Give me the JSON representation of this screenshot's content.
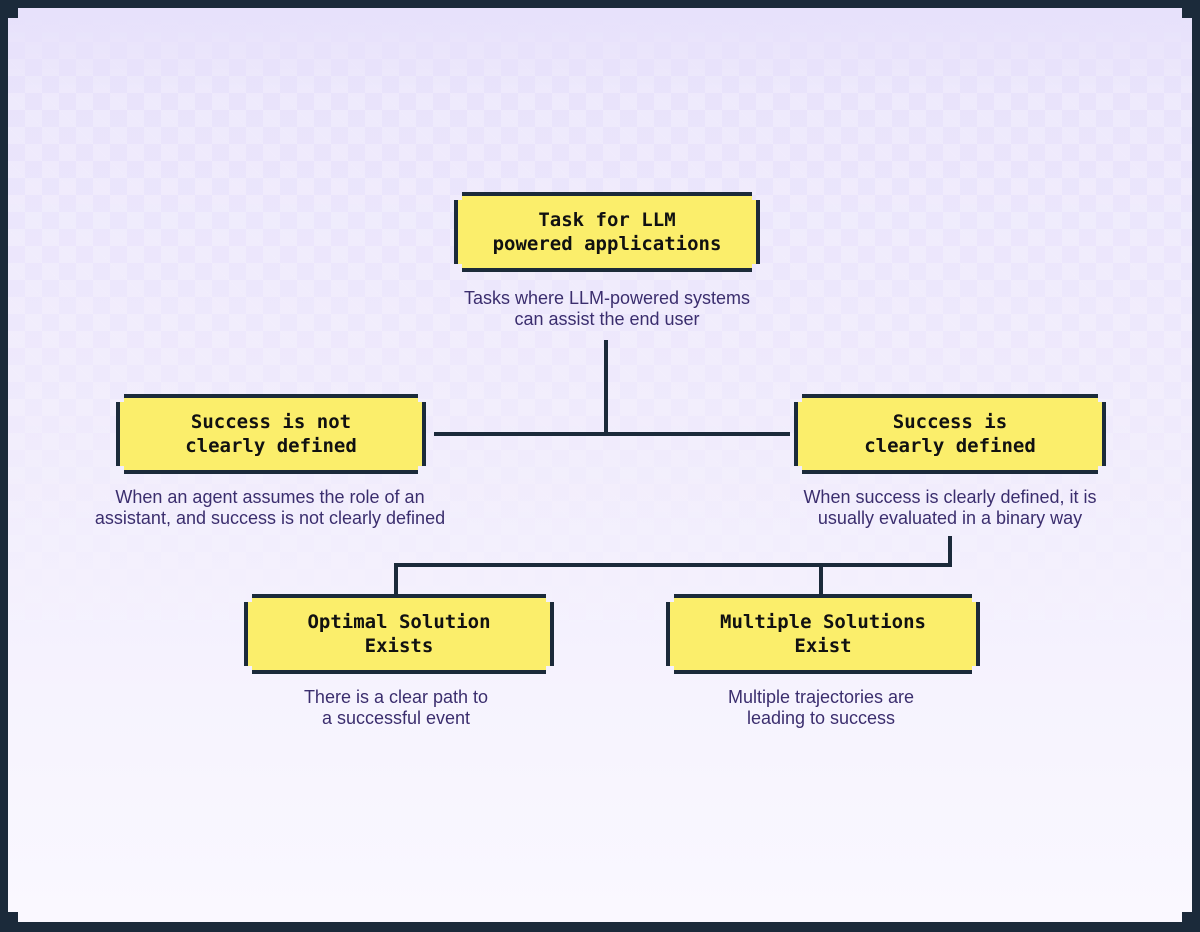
{
  "nodes": {
    "root": {
      "label": "Task for LLM\npowered applications",
      "caption": "Tasks where LLM-powered systems\ncan assist the end user"
    },
    "not_defined": {
      "label": "Success is not\nclearly defined",
      "caption": "When an agent assumes the role of an\nassistant, and success is not clearly defined"
    },
    "defined": {
      "label": "Success is\nclearly defined",
      "caption": "When success is clearly defined, it is\nusually evaluated in a binary way"
    },
    "optimal": {
      "label": "Optimal Solution\nExists",
      "caption": "There is a clear path to\na successful event"
    },
    "multiple": {
      "label": "Multiple Solutions\nExist",
      "caption": "Multiple trajectories are\nleading to success"
    }
  },
  "colors": {
    "node_fill": "#fbee6b",
    "node_border": "#1b2a3a",
    "connector": "#1b2a3a",
    "caption_text": "#3b2e6e",
    "background": "#ece6fc"
  }
}
